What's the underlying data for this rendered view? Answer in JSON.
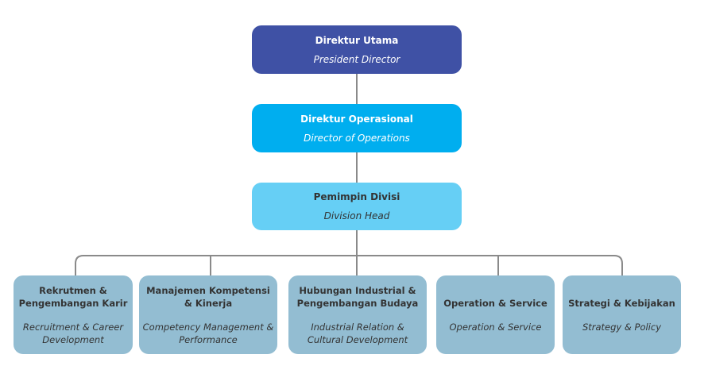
{
  "colors": {
    "president": "#3f51a5",
    "operations": "#00aeef",
    "division": "#66cff5",
    "unit": "#93bdd2",
    "connector": "#8a8a8a"
  },
  "chart": {
    "president": {
      "title": "Direktur Utama",
      "subtitle": "President Director"
    },
    "operations": {
      "title": "Direktur Operasional",
      "subtitle": "Director of Operations"
    },
    "division": {
      "title": "Pemimpin Divisi",
      "subtitle": "Division Head"
    },
    "units": [
      {
        "title": "Rekrutmen & Pengembangan Karir",
        "subtitle": "Recruitment & Career Development"
      },
      {
        "title": "Manajemen Kompetensi & Kinerja",
        "subtitle": "Competency Management & Performance"
      },
      {
        "title": "Hubungan Industrial & Pengembangan Budaya",
        "subtitle": "Industrial Relation & Cultural Development"
      },
      {
        "title": "Operation & Service",
        "subtitle": "Operation & Service"
      },
      {
        "title": "Strategi & Kebijakan",
        "subtitle": "Strategy & Policy"
      }
    ]
  }
}
